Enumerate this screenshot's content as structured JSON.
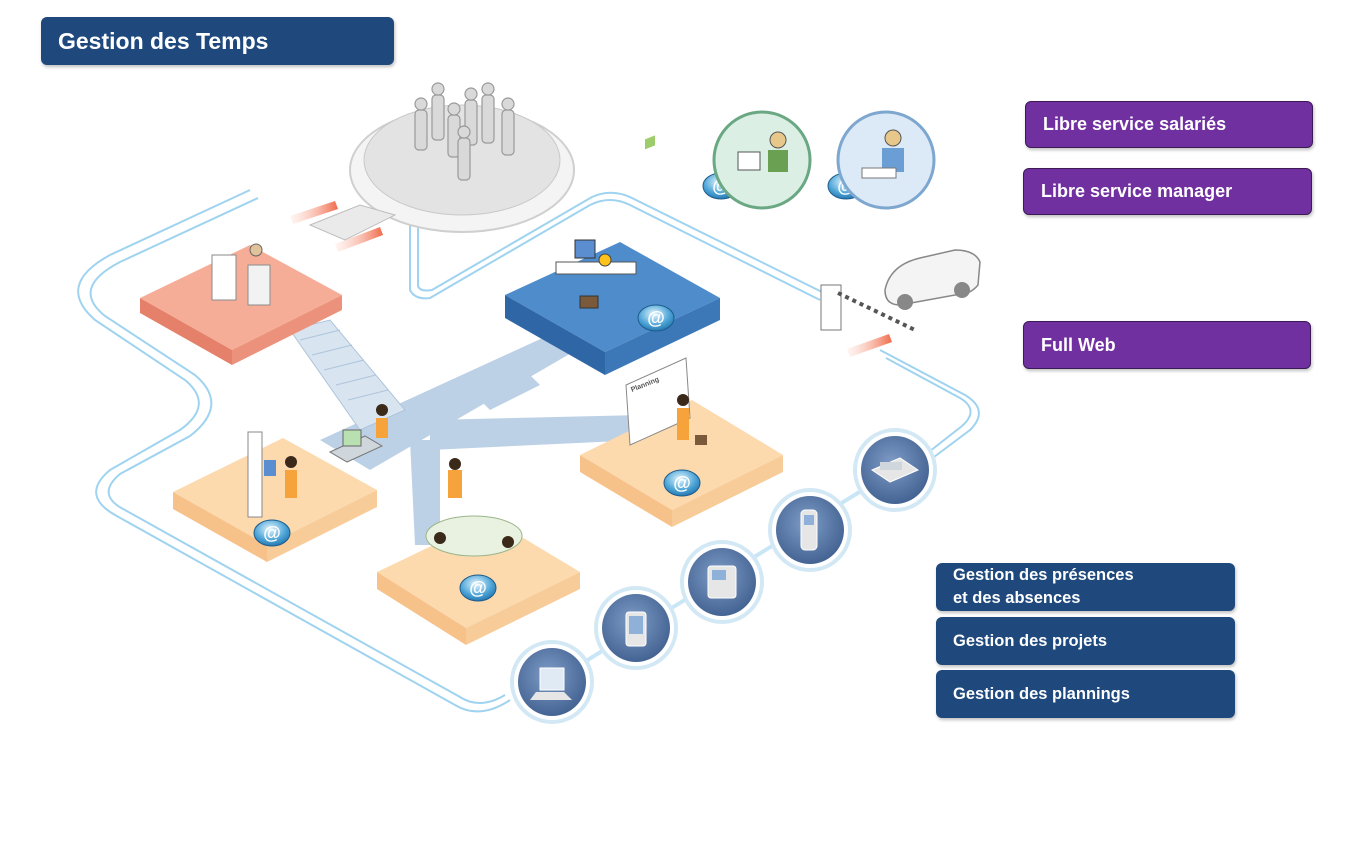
{
  "title": "Gestion des Temps",
  "access_modes": {
    "employee_self_service": "Libre service salariés",
    "manager_self_service": "Libre service manager",
    "full_web": "Full Web"
  },
  "features": {
    "presence_line1": "Gestion des présences",
    "presence_line2": "et des absences",
    "projects": "Gestion des projets",
    "plannings": "Gestion des plannings"
  },
  "planning_board_label": "Planning",
  "web_badge_symbol": "@",
  "devices": [
    "laptop-icon",
    "pda-icon",
    "ip-phone-icon",
    "badge-terminal-icon",
    "fax-phone-icon"
  ],
  "colors": {
    "title_blue": "#1f497d",
    "access_purple": "#7030a0",
    "path_light_blue": "#9fd3ef",
    "salmon_platform": "#f4a58f",
    "orange_platform": "#fbd5a6",
    "blue_platform": "#3b7fc4",
    "device_circle": "#5878a8"
  }
}
